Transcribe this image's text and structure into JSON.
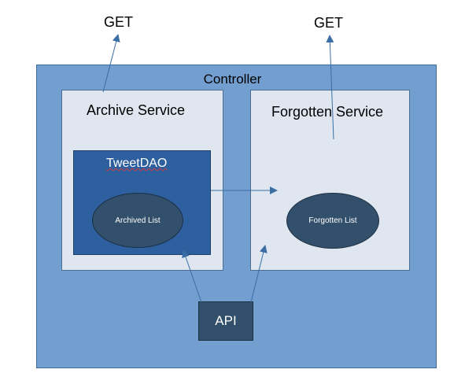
{
  "controller": {
    "label": "Controller"
  },
  "archive_service": {
    "label": "Archive Service"
  },
  "forgotten_service": {
    "label": "Forgotten Service"
  },
  "tweet_dao": {
    "label": "TweetDAO"
  },
  "archived_list": {
    "label": "Archived List"
  },
  "forgotten_list": {
    "label": "Forgotten List"
  },
  "api": {
    "label": "API"
  },
  "get_left": {
    "label": "GET"
  },
  "get_right": {
    "label": "GET"
  },
  "colors": {
    "controller_fill": "#739fd0",
    "service_fill": "#dfe6f0",
    "dao_fill": "#2e5f9f",
    "node_fill": "#32506b",
    "arrow": "#3a6ea5"
  }
}
